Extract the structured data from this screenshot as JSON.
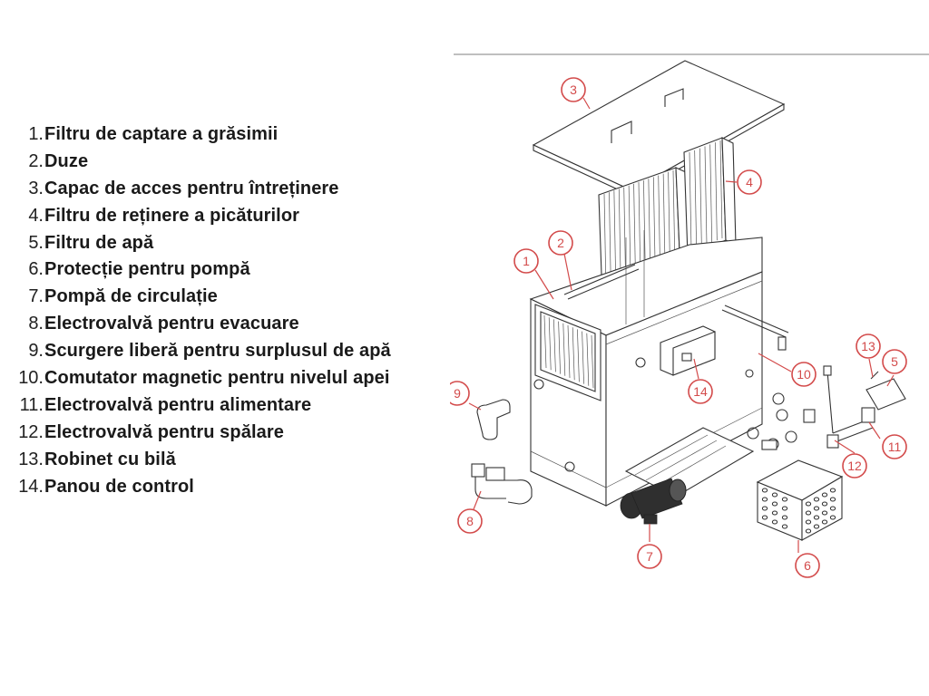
{
  "parts": [
    {
      "num": "1.",
      "label": "Filtru de captare a grăsimii"
    },
    {
      "num": "2.",
      "label": "Duze"
    },
    {
      "num": "3.",
      "label": "Capac de acces pentru întreținere"
    },
    {
      "num": "4.",
      "label": "Filtru de reținere a picăturilor"
    },
    {
      "num": "5.",
      "label": "Filtru de apă"
    },
    {
      "num": "6.",
      "label": "Protecție pentru pompă"
    },
    {
      "num": "7.",
      "label": "Pompă de circulație"
    },
    {
      "num": "8.",
      "label": "Electrovalvă pentru evacuare"
    },
    {
      "num": "9.",
      "label": "Scurgere liberă pentru surplusul de apă"
    },
    {
      "num": "10.",
      "label": "Comutator magnetic pentru nivelul apei"
    },
    {
      "num": "11.",
      "label": "Electrovalvă pentru alimentare"
    },
    {
      "num": "12.",
      "label": "Electrovalvă pentru spălare"
    },
    {
      "num": "13.",
      "label": "Robinet cu bilă"
    },
    {
      "num": "14.",
      "label": "Panou de control"
    }
  ],
  "callouts": [
    "1",
    "2",
    "3",
    "4",
    "5",
    "6",
    "7",
    "8",
    "9",
    "10",
    "11",
    "12",
    "13",
    "14"
  ],
  "colors": {
    "callout": "#d34b4b",
    "text": "#1a1a1a",
    "line": "#333333"
  }
}
